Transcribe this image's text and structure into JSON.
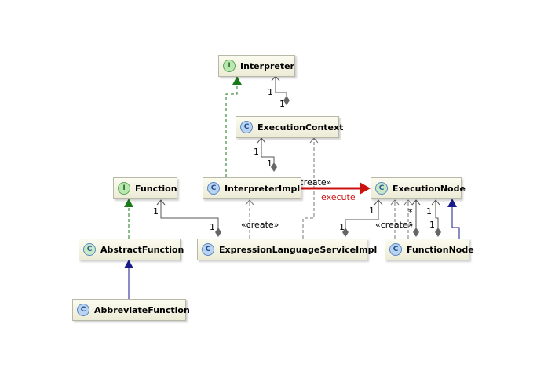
{
  "nodes": {
    "interpreter": {
      "label": "Interpreter",
      "kind": "interface",
      "icon_glyph": "I"
    },
    "execution_context": {
      "label": "ExecutionContext",
      "kind": "class",
      "icon_glyph": "C"
    },
    "function": {
      "label": "Function",
      "kind": "interface",
      "icon_glyph": "I"
    },
    "interpreter_impl": {
      "label": "InterpreterImpl",
      "kind": "class",
      "icon_glyph": "C"
    },
    "execution_node": {
      "label": "ExecutionNode",
      "kind": "abstract-class",
      "icon_glyph": "C"
    },
    "abstract_function": {
      "label": "AbstractFunction",
      "kind": "abstract-class",
      "icon_glyph": "C"
    },
    "expression_language_service_impl": {
      "label": "ExpressionLanguageServiceImpl",
      "kind": "class",
      "icon_glyph": "C"
    },
    "function_node": {
      "label": "FunctionNode",
      "kind": "class",
      "icon_glyph": "C"
    },
    "abbreviate_function": {
      "label": "AbbreviateFunction",
      "kind": "class",
      "icon_glyph": "C"
    }
  },
  "edge_labels": {
    "create": "«create»",
    "execute": "execute",
    "one": "1",
    "many": "*"
  },
  "colors": {
    "implements": "#1a7a1a",
    "extends": "#1a1a8a",
    "association": "#555555",
    "dependency": "#777777",
    "execute_arrow": "#cc1111",
    "execute_label": "#cc1111"
  }
}
